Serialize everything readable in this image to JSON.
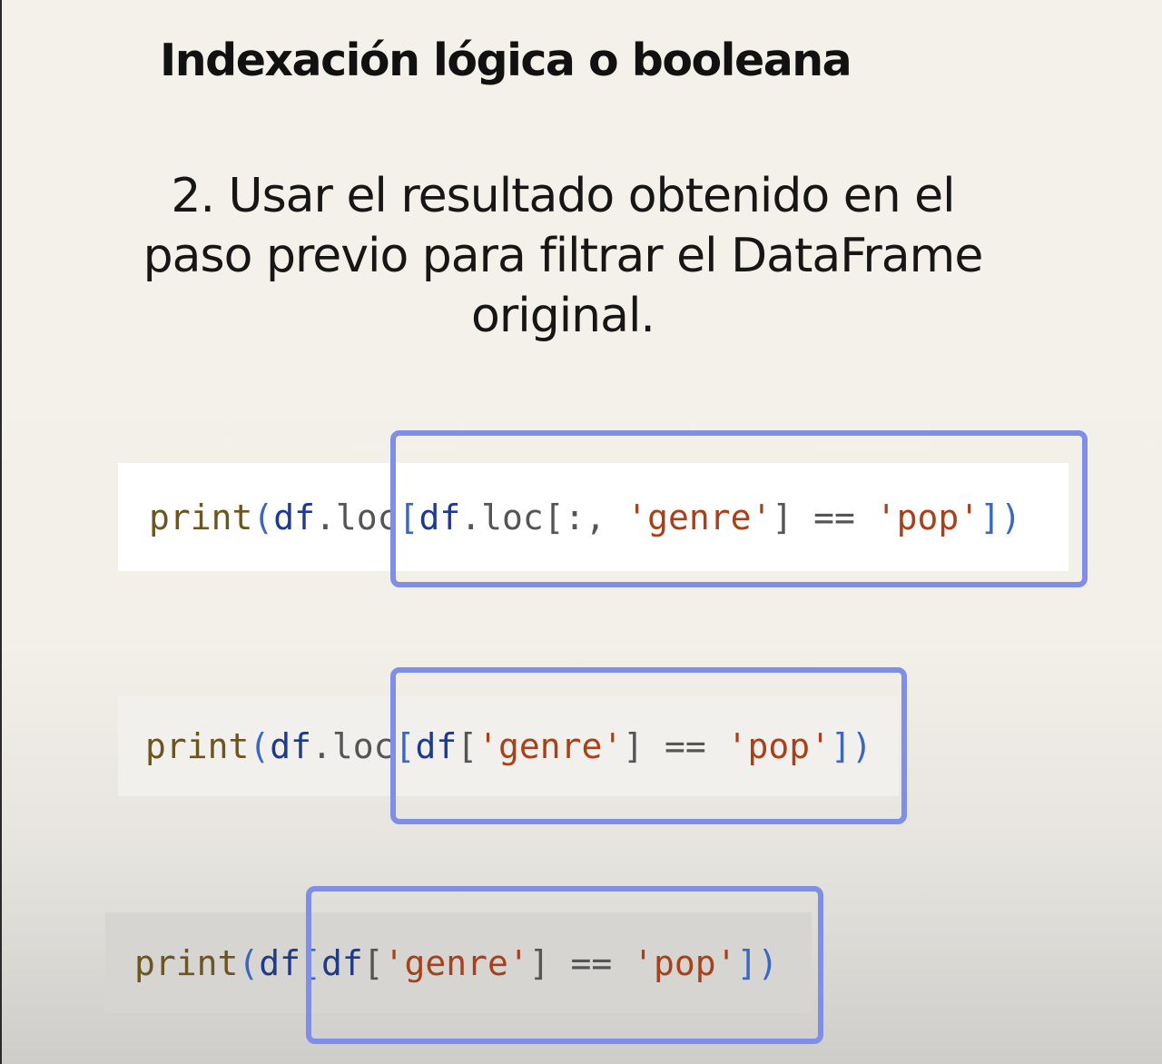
{
  "slide": {
    "title": "Indexación lógica o booleana",
    "step_lines": [
      "2. Usar el resultado obtenido en el",
      "paso previo para filtrar el DataFrame",
      "original."
    ]
  },
  "code_examples": [
    {
      "tokens": [
        {
          "t": "print",
          "c": "fn"
        },
        {
          "t": "(",
          "c": "pn"
        },
        {
          "t": "df",
          "c": "id"
        },
        {
          "t": ".loc",
          "c": "op"
        },
        {
          "t": "[",
          "c": "pn"
        },
        {
          "t": "df",
          "c": "id"
        },
        {
          "t": ".loc",
          "c": "op"
        },
        {
          "t": "[:, ",
          "c": "op"
        },
        {
          "t": "'genre'",
          "c": "st"
        },
        {
          "t": "] == ",
          "c": "op"
        },
        {
          "t": "'pop'",
          "c": "st"
        },
        {
          "t": "])",
          "c": "pn"
        }
      ]
    },
    {
      "tokens": [
        {
          "t": "print",
          "c": "fn"
        },
        {
          "t": "(",
          "c": "pn"
        },
        {
          "t": "df",
          "c": "id"
        },
        {
          "t": ".loc",
          "c": "op"
        },
        {
          "t": "[",
          "c": "pn"
        },
        {
          "t": "df",
          "c": "id"
        },
        {
          "t": "[",
          "c": "op"
        },
        {
          "t": "'genre'",
          "c": "st"
        },
        {
          "t": "] == ",
          "c": "op"
        },
        {
          "t": "'pop'",
          "c": "st"
        },
        {
          "t": "])",
          "c": "pn"
        }
      ]
    },
    {
      "tokens": [
        {
          "t": "print",
          "c": "fn"
        },
        {
          "t": "(",
          "c": "pn"
        },
        {
          "t": "df",
          "c": "id"
        },
        {
          "t": "[",
          "c": "pn"
        },
        {
          "t": "df",
          "c": "id"
        },
        {
          "t": "[",
          "c": "op"
        },
        {
          "t": "'genre'",
          "c": "st"
        },
        {
          "t": "] == ",
          "c": "op"
        },
        {
          "t": "'pop'",
          "c": "st"
        },
        {
          "t": "])",
          "c": "pn"
        }
      ]
    }
  ],
  "highlight_color": "#7f8ee6"
}
